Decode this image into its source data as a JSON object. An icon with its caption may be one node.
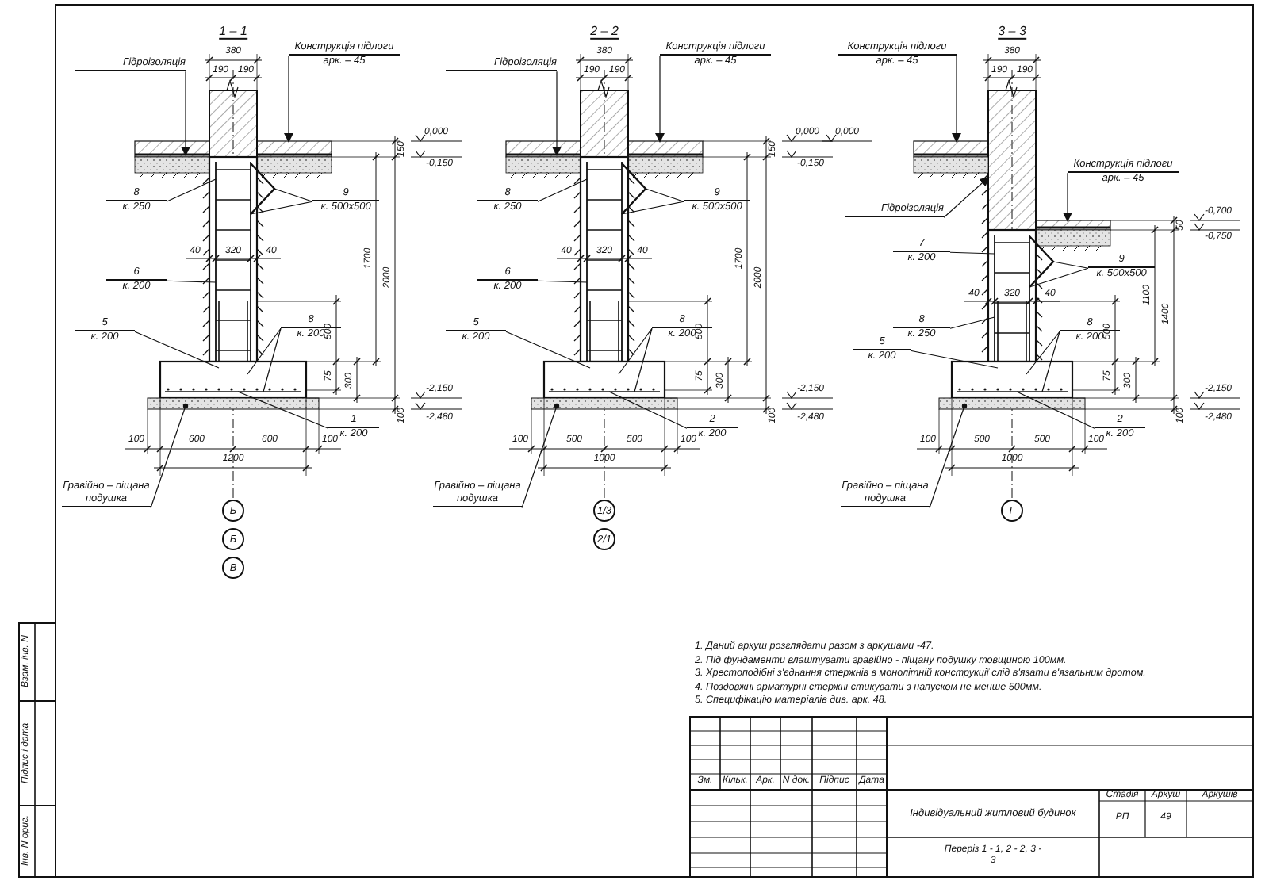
{
  "diagram": {
    "nodes": [
      {
        "text": [
          "Гідроізоляція"
        ]
      },
      {
        "text": [
          "Конструкція підлоги",
          "арк. – 45"
        ]
      },
      {
        "text": [
          "9",
          "к. 500х500"
        ]
      },
      {
        "text": [
          "8",
          "к. 250"
        ]
      },
      {
        "text": [
          "6",
          "к. 200"
        ]
      },
      {
        "text": [
          "5",
          "к. 200"
        ]
      },
      {
        "text": [
          "8",
          "к. 200"
        ]
      },
      {
        "text": [
          "1",
          "к. 200"
        ]
      },
      {
        "text": [
          "Гравійно – піщана подушка"
        ]
      },
      {
        "text": [
          "Б"
        ]
      },
      {
        "text": [
          "Б"
        ]
      },
      {
        "text": [
          "В"
        ]
      },
      {
        "text": [
          "Гідроізоляція"
        ]
      },
      {
        "text": [
          "Конструкція підлоги",
          "арк. – 45"
        ]
      },
      {
        "text": [
          "9",
          "к. 500х500"
        ]
      },
      {
        "text": [
          "8",
          "к. 250"
        ]
      },
      {
        "text": [
          "6",
          "к. 200"
        ]
      },
      {
        "text": [
          "5",
          "к. 200"
        ]
      },
      {
        "text": [
          "8",
          "к. 200"
        ]
      },
      {
        "text": [
          "2",
          "к. 200"
        ]
      },
      {
        "text": [
          "Гравійно – піщана подушка"
        ]
      },
      {
        "text": [
          "1/3"
        ]
      },
      {
        "text": [
          "2/1"
        ]
      },
      {
        "text": [
          "Конструкція підлоги",
          "арк. – 45"
        ]
      },
      {
        "text": [
          "Конструкція підлоги",
          "арк. – 45"
        ]
      },
      {
        "text": [
          "Гідроізоляція"
        ]
      },
      {
        "text": [
          "7",
          "к. 200"
        ]
      },
      {
        "text": [
          "9",
          "к. 500х500"
        ]
      },
      {
        "text": [
          "8",
          "к. 250"
        ]
      },
      {
        "text": [
          "5",
          "к. 200"
        ]
      },
      {
        "text": [
          "8",
          "к. 200"
        ]
      },
      {
        "text": [
          "2",
          "к. 200"
        ]
      },
      {
        "text": [
          "Гравійно – піщана подушка"
        ]
      },
      {
        "text": [
          "Г"
        ]
      },
      {
        "text": [],
        "shape": "bar"
      },
      {
        "text": [],
        "shape": "box"
      },
      {
        "text": [],
        "shape": "bar"
      },
      {
        "text": [],
        "shape": "bar"
      },
      {
        "text": [],
        "shape": "box"
      },
      {
        "text": [],
        "shape": "bar"
      },
      {
        "text": [],
        "shape": "box"
      },
      {
        "text": [],
        "shape": "box"
      },
      {
        "text": [],
        "shape": "bar"
      },
      {
        "text": [],
        "shape": "box"
      }
    ],
    "edges": [
      {
        "from": 0,
        "to": 34,
        "arrow": "to"
      },
      {
        "from": 1,
        "to": 35,
        "arrow": "to"
      },
      {
        "from": 2,
        "to": 36,
        "arrow": "none"
      },
      {
        "from": 2,
        "to": 36,
        "arrow": "none"
      },
      {
        "from": 3,
        "to": null,
        "arrow": "none"
      },
      {
        "from": 4,
        "to": null,
        "arrow": "none"
      },
      {
        "from": 5,
        "to": null,
        "arrow": "none"
      },
      {
        "from": 6,
        "to": null,
        "arrow": "none"
      },
      {
        "from": 6,
        "to": null,
        "arrow": "none"
      },
      {
        "from": 7,
        "to": null,
        "arrow": "none"
      },
      {
        "from": 8,
        "to": null,
        "arrow": "other"
      },
      {
        "from": 12,
        "to": 37,
        "arrow": "to"
      },
      {
        "from": 13,
        "to": 38,
        "arrow": "to"
      },
      {
        "from": 14,
        "to": 39,
        "arrow": "none"
      },
      {
        "from": 14,
        "to": 39,
        "arrow": "none"
      },
      {
        "from": 15,
        "to": null,
        "arrow": "none"
      },
      {
        "from": 16,
        "to": null,
        "arrow": "none"
      },
      {
        "from": 17,
        "to": null,
        "arrow": "none"
      },
      {
        "from": 18,
        "to": null,
        "arrow": "none"
      },
      {
        "from": 18,
        "to": null,
        "arrow": "none"
      },
      {
        "from": 19,
        "to": null,
        "arrow": "none"
      },
      {
        "from": 20,
        "to": null,
        "arrow": "other"
      },
      {
        "from": 23,
        "to": 40,
        "arrow": "to"
      },
      {
        "from": 24,
        "to": 41,
        "arrow": "to"
      },
      {
        "from": 25,
        "to": 43,
        "arrow": "to"
      },
      {
        "from": 26,
        "to": null,
        "arrow": "none"
      },
      {
        "from": 27,
        "to": 42,
        "arrow": "none"
      },
      {
        "from": 27,
        "to": 42,
        "arrow": "none"
      },
      {
        "from": 28,
        "to": null,
        "arrow": "none"
      },
      {
        "from": 29,
        "to": null,
        "arrow": "none"
      },
      {
        "from": 30,
        "to": null,
        "arrow": "none"
      },
      {
        "from": 30,
        "to": null,
        "arrow": "none"
      },
      {
        "from": 31,
        "to": null,
        "arrow": "none"
      },
      {
        "from": 32,
        "to": null,
        "arrow": "other"
      }
    ],
    "labels": [
      "1 – 1",
      "380",
      "190",
      "190",
      "150",
      "40",
      "320",
      "40",
      "1700",
      "2000",
      "500",
      "75",
      "300",
      "100",
      "100",
      "600",
      "600",
      "100",
      "1200",
      "0,000",
      "-0,150",
      "-2,150",
      "-2,480",
      "2 – 2",
      "380",
      "190",
      "190",
      "150",
      "40",
      "320",
      "40",
      "1700",
      "2000",
      "500",
      "75",
      "300",
      "100",
      "100",
      "500",
      "500",
      "100",
      "1000",
      "0,000",
      "-0,150",
      "-2,150",
      "-2,480",
      "3 – 3",
      "380",
      "190",
      "190",
      "50",
      "40",
      "320",
      "40",
      "1100",
      "1400",
      "500",
      "75",
      "300",
      "100",
      "100",
      "500",
      "500",
      "100",
      "1000",
      "0,000",
      "-0,700",
      "-0,750",
      "-2,150",
      "-2,480",
      "1. Даний аркуш розглядати разом з аркушами -47.",
      "2. Під фундаменти влаштувати гравійно - піщану подушку товщиною 100мм.",
      "3. Хрестоподібні з'єднання стержнів в монолітній конструкції слід в'язати в'язальним дротом.",
      "4. Поздовжні арматурні стержні стикувати з напуском не менше 500мм.",
      "5. Специфікацію матеріалів див. арк. 48.",
      "Зм.",
      "Кільк.",
      "Арк.",
      "N док.",
      "Підпис",
      "Дата",
      "Індивідуальний житловий будинок",
      "Стадія",
      "Аркуш",
      "Аркушів",
      "РП",
      "49",
      "Переріз 1 - 1, 2 - 2, 3 - 3",
      "Взам. інв. N",
      "Підпис і дата",
      "Інв. N ориг."
    ]
  }
}
